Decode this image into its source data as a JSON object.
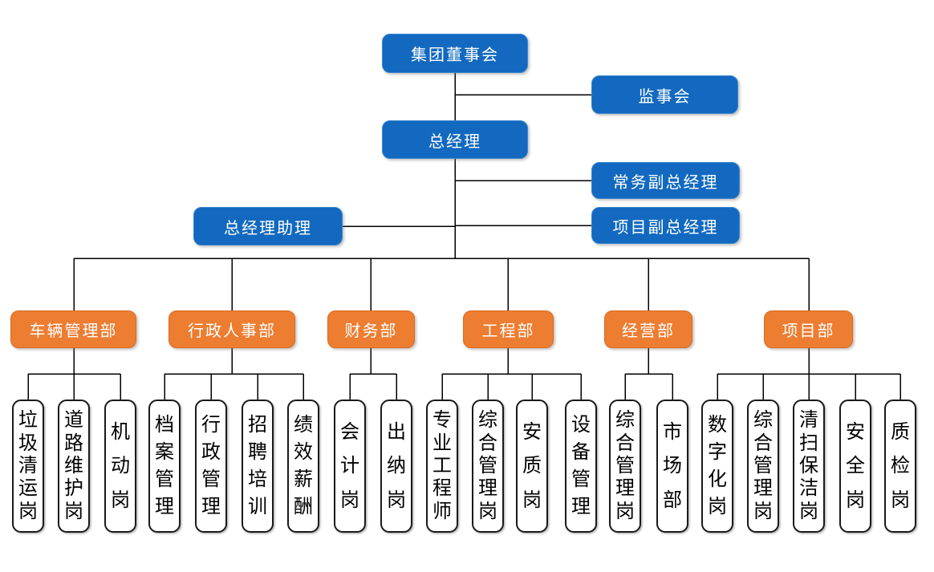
{
  "org": {
    "board": "集团董事会",
    "supervisory": "监事会",
    "general_manager": "总经理",
    "exec_deputy_gm": "常务副总经理",
    "gm_assistant": "总经理助理",
    "project_deputy_gm": "项目副总经理",
    "departments": [
      {
        "label": "车辆管理部",
        "children": [
          "垃圾清运岗",
          "道路维护岗",
          "机动岗"
        ]
      },
      {
        "label": "行政人事部",
        "children": [
          "档案管理",
          "行政管理",
          "招聘培训",
          "绩效薪酬"
        ]
      },
      {
        "label": "财务部",
        "children": [
          "会计岗",
          "出纳岗"
        ]
      },
      {
        "label": "工程部",
        "children": [
          "专业工程师",
          "综合管理岗",
          "安质岗",
          "设备管理"
        ]
      },
      {
        "label": "经营部",
        "children": [
          "综合管理岗",
          "市场部"
        ]
      },
      {
        "label": "项目部",
        "children": [
          "数字化岗",
          "综合管理岗",
          "清扫保洁岗",
          "安全岗",
          "质检岗"
        ]
      }
    ]
  },
  "colors": {
    "executive_box_blue": "#1269BF",
    "department_box_orange": "#ED7D31",
    "department_border_orange": "#DB6B20",
    "position_box_white": "#FFFFFF",
    "position_border_black": "#1A1A1A",
    "connector_line_black": "#000000",
    "text_on_color": "#FFFFFF",
    "text_dark": "#000000"
  }
}
